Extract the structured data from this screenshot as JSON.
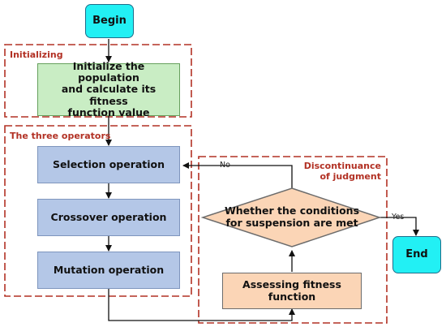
{
  "nodes": {
    "begin": "Begin",
    "initialize": [
      "Initialize the population",
      "and calculate its fitness",
      "function value"
    ],
    "selection": "Selection operation",
    "crossover": "Crossover operation",
    "mutation": "Mutation operation",
    "decision": [
      "Whether the conditions",
      "for suspension are met"
    ],
    "assessing": [
      "Assessing fitness",
      "function"
    ],
    "end": "End"
  },
  "regions": {
    "initializing": "Initializing",
    "operators": "The three operators",
    "judgment": [
      "Discontinuance",
      "of judgment"
    ]
  },
  "edges": {
    "no": "No",
    "yes": "Yes"
  },
  "colors": {
    "terminal_fill": "#22f0f4",
    "initialize_fill": "#c9edc4",
    "operator_fill": "#b4c7e7",
    "judgment_fill": "#fbd5b6",
    "region_border": "#b23124"
  }
}
